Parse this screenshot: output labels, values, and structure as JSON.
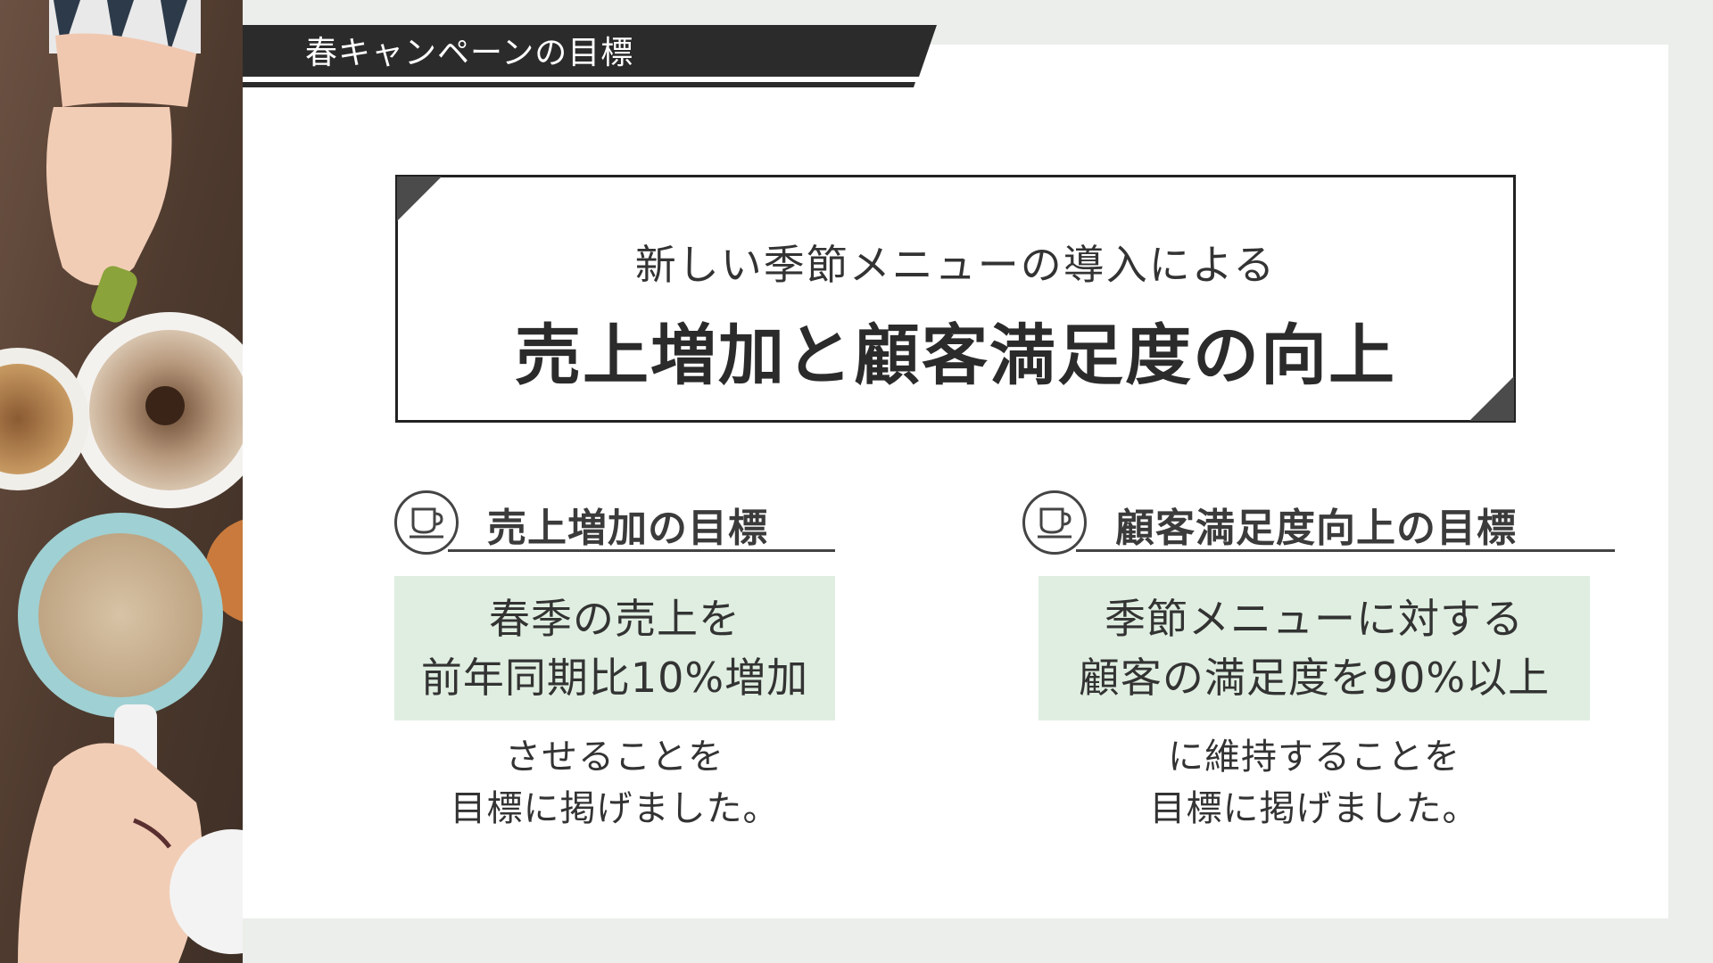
{
  "slide": {
    "title": "春キャンペーンの目標",
    "headline": {
      "subtitle": "新しい季節メニューの導入による",
      "main": "売上増加と顧客満足度の向上"
    },
    "goals": [
      {
        "icon": "coffee-cup-icon",
        "title": "売上増加の目標",
        "highlight": [
          "春季の売上を",
          "前年同期比10%増加"
        ],
        "caption": [
          "させることを",
          "目標に掲げました。"
        ]
      },
      {
        "icon": "coffee-cup-icon",
        "title": "顧客満足度向上の目標",
        "highlight": [
          "季節メニューに対する",
          "顧客の満足度を90%以上"
        ],
        "caption": [
          "に維持することを",
          "目標に掲げました。"
        ]
      }
    ]
  },
  "colors": {
    "background": "#ebeeea",
    "card": "#ffffff",
    "banner": "#2b2b2b",
    "highlight": "#dfeee0",
    "text": "#333333"
  }
}
